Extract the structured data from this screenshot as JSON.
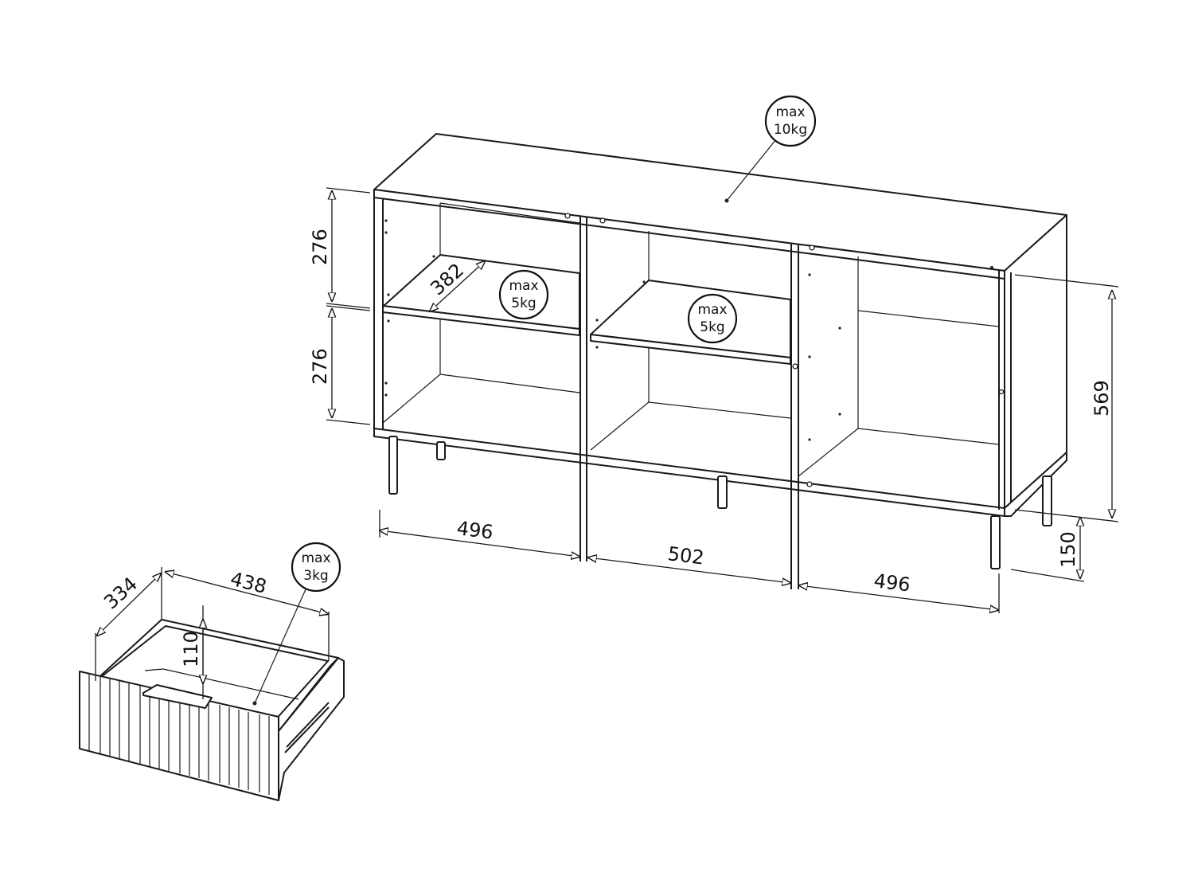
{
  "diagram": {
    "subject": "Sideboard cabinet with 3 open compartments, 2 shelves, legs, and a separate drawer",
    "cabinet": {
      "top_load": {
        "line1": "max",
        "line2": "10kg"
      },
      "shelf_load_left": {
        "line1": "max",
        "line2": "5kg"
      },
      "shelf_load_middle": {
        "line1": "max",
        "line2": "5kg"
      },
      "dimensions": {
        "upper_compartment_height": "276",
        "lower_compartment_height": "276",
        "shelf_depth": "382",
        "body_height": "569",
        "leg_height": "150",
        "left_width": "496",
        "middle_width": "502",
        "right_width": "496"
      }
    },
    "drawer": {
      "load": {
        "line1": "max",
        "line2": "3kg"
      },
      "dimensions": {
        "depth": "334",
        "width": "438",
        "height": "110"
      }
    }
  }
}
